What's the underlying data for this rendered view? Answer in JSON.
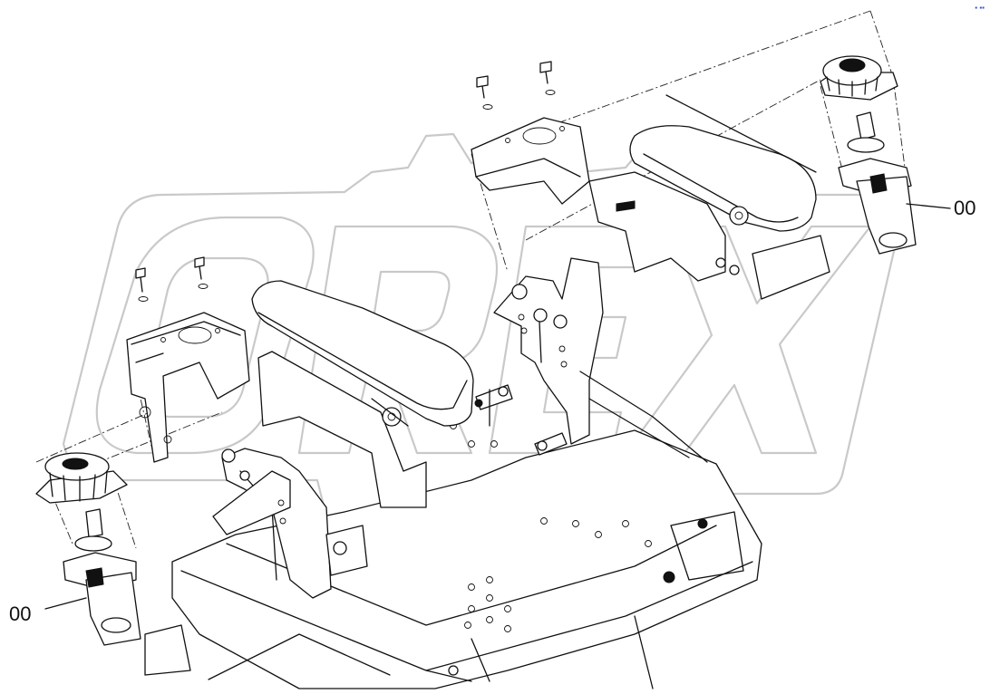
{
  "callouts": [
    {
      "label": "00",
      "target": "right-seat-suspension-damper"
    },
    {
      "label": "00",
      "target": "left-seat-suspension-damper"
    }
  ],
  "watermark": "OREX",
  "corner_mark": "▪ ▪▪",
  "colors": {
    "line": "#111111",
    "watermark": "#c9c9c9",
    "background": "#ffffff",
    "corner_mark": "#3a4fd0"
  }
}
